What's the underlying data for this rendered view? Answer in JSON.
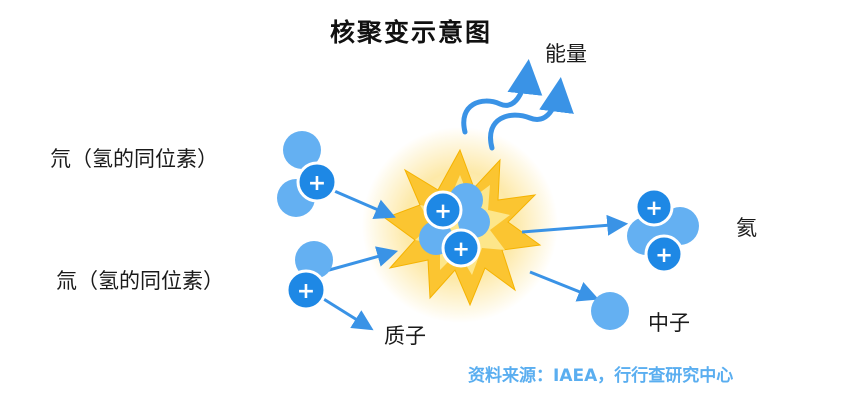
{
  "title": "核聚变示意图",
  "labels": {
    "energy": "能量",
    "deuterium": "氘（氢的同位素）",
    "tritium": "氚（氢的同位素）",
    "helium": "氦",
    "proton": "质子",
    "neutron": "中子"
  },
  "source": "资料来源：IAEA，行行查研究中心",
  "proton_symbol": "+",
  "colors": {
    "proton": "#1e88e5",
    "neutron": "#64b0f2",
    "arrow": "#3a93e6",
    "burst_outer": "#fde9a8",
    "burst_inner": "#fbbf24",
    "source_text": "#5aaef0"
  }
}
